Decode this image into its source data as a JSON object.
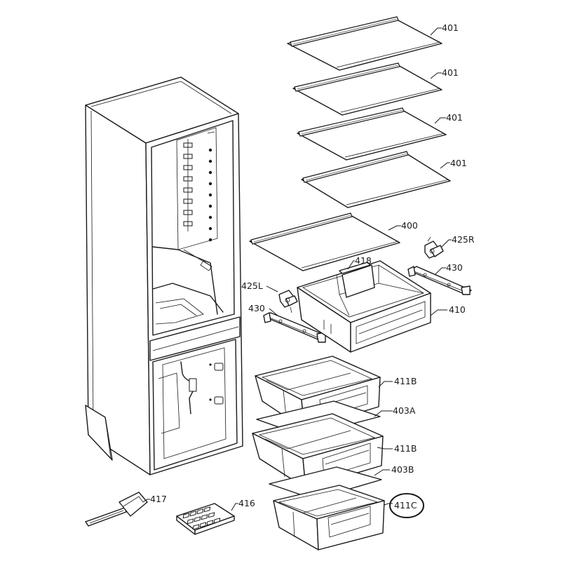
{
  "diagram": {
    "labels": [
      {
        "id": "401a",
        "text": "401"
      },
      {
        "id": "401b",
        "text": "401"
      },
      {
        "id": "401c",
        "text": "401"
      },
      {
        "id": "401d",
        "text": "401"
      },
      {
        "id": "400",
        "text": "400"
      },
      {
        "id": "425R",
        "text": "425R"
      },
      {
        "id": "430r",
        "text": "430"
      },
      {
        "id": "418",
        "text": "418"
      },
      {
        "id": "425L",
        "text": "425L"
      },
      {
        "id": "430l",
        "text": "430"
      },
      {
        "id": "410",
        "text": "410"
      },
      {
        "id": "411Ba",
        "text": "411B"
      },
      {
        "id": "403A",
        "text": "403A"
      },
      {
        "id": "411Bb",
        "text": "411B"
      },
      {
        "id": "403B",
        "text": "403B"
      },
      {
        "id": "411C",
        "text": "411C"
      },
      {
        "id": "417",
        "text": "417"
      },
      {
        "id": "416",
        "text": "416"
      }
    ],
    "highlight": {
      "target": "411C",
      "shape": "ellipse"
    }
  }
}
